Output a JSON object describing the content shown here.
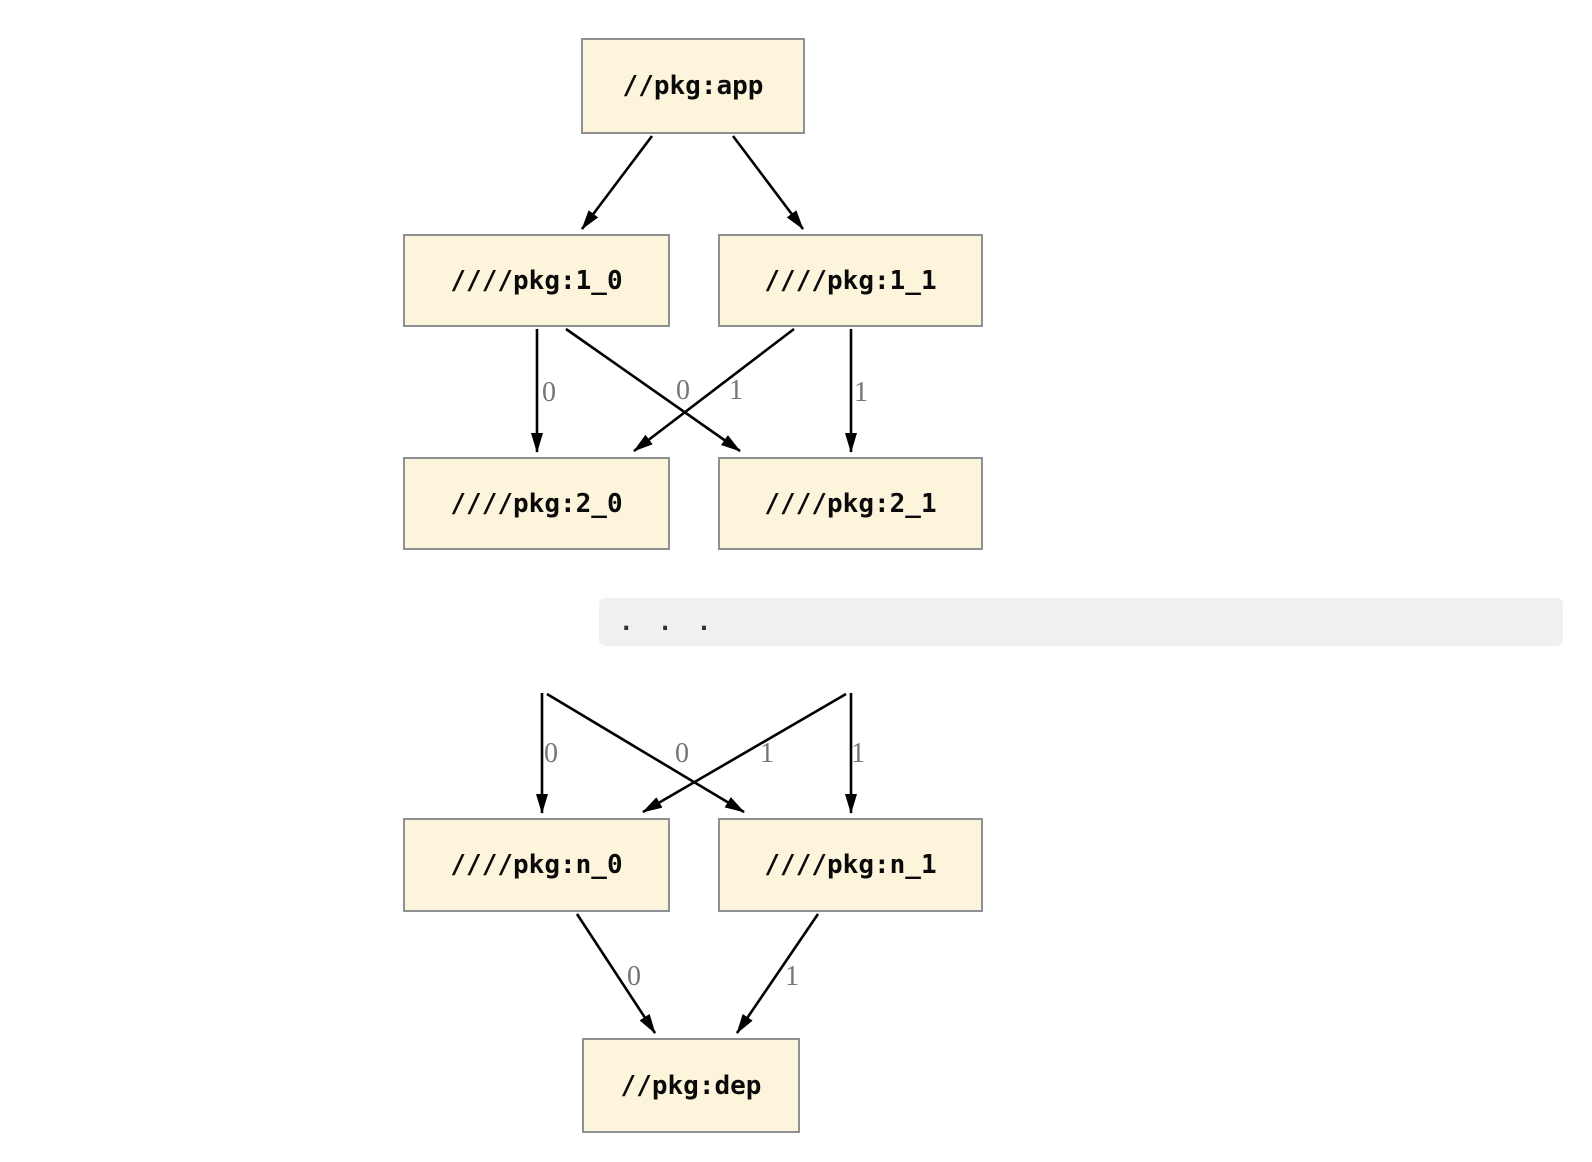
{
  "diagram": {
    "type": "dependency-graph",
    "description": "Package dependency graph from //pkg:app through versioned levels down to //pkg:dep",
    "nodes": {
      "app": {
        "label": "//pkg:app"
      },
      "l1_0": {
        "label": "////pkg:1_0"
      },
      "l1_1": {
        "label": "////pkg:1_1"
      },
      "l2_0": {
        "label": "////pkg:2_0"
      },
      "l2_1": {
        "label": "////pkg:2_1"
      },
      "ln_0": {
        "label": "////pkg:n_0"
      },
      "ln_1": {
        "label": "////pkg:n_1"
      },
      "dep": {
        "label": "//pkg:dep"
      }
    },
    "edges": [
      {
        "from": "//pkg:app",
        "to": "////pkg:1_0",
        "label": ""
      },
      {
        "from": "//pkg:app",
        "to": "////pkg:1_1",
        "label": ""
      },
      {
        "from": "////pkg:1_0",
        "to": "////pkg:2_0",
        "label": "0"
      },
      {
        "from": "////pkg:1_0",
        "to": "////pkg:2_1",
        "label": "1"
      },
      {
        "from": "////pkg:1_1",
        "to": "////pkg:2_0",
        "label": "0"
      },
      {
        "from": "////pkg:1_1",
        "to": "////pkg:2_1",
        "label": "1"
      },
      {
        "from": "…",
        "to": "////pkg:n_0",
        "label": "0"
      },
      {
        "from": "…",
        "to": "////pkg:n_1",
        "label": "1"
      },
      {
        "from": "…",
        "to": "////pkg:n_0",
        "label": "0"
      },
      {
        "from": "…",
        "to": "////pkg:n_1",
        "label": "1"
      },
      {
        "from": "////pkg:n_0",
        "to": "//pkg:dep",
        "label": "0"
      },
      {
        "from": "////pkg:n_1",
        "to": "//pkg:dep",
        "label": "1"
      }
    ],
    "separator": {
      "text": ". . ."
    },
    "colors": {
      "node_fill": "#fcf5dc",
      "node_border": "#8d9194",
      "edge_color": "#000000",
      "edge_label_color": "#757575",
      "separator_bg": "#f0f0f0",
      "separator_text": "#333333",
      "page_bg": "#ffffff"
    }
  }
}
